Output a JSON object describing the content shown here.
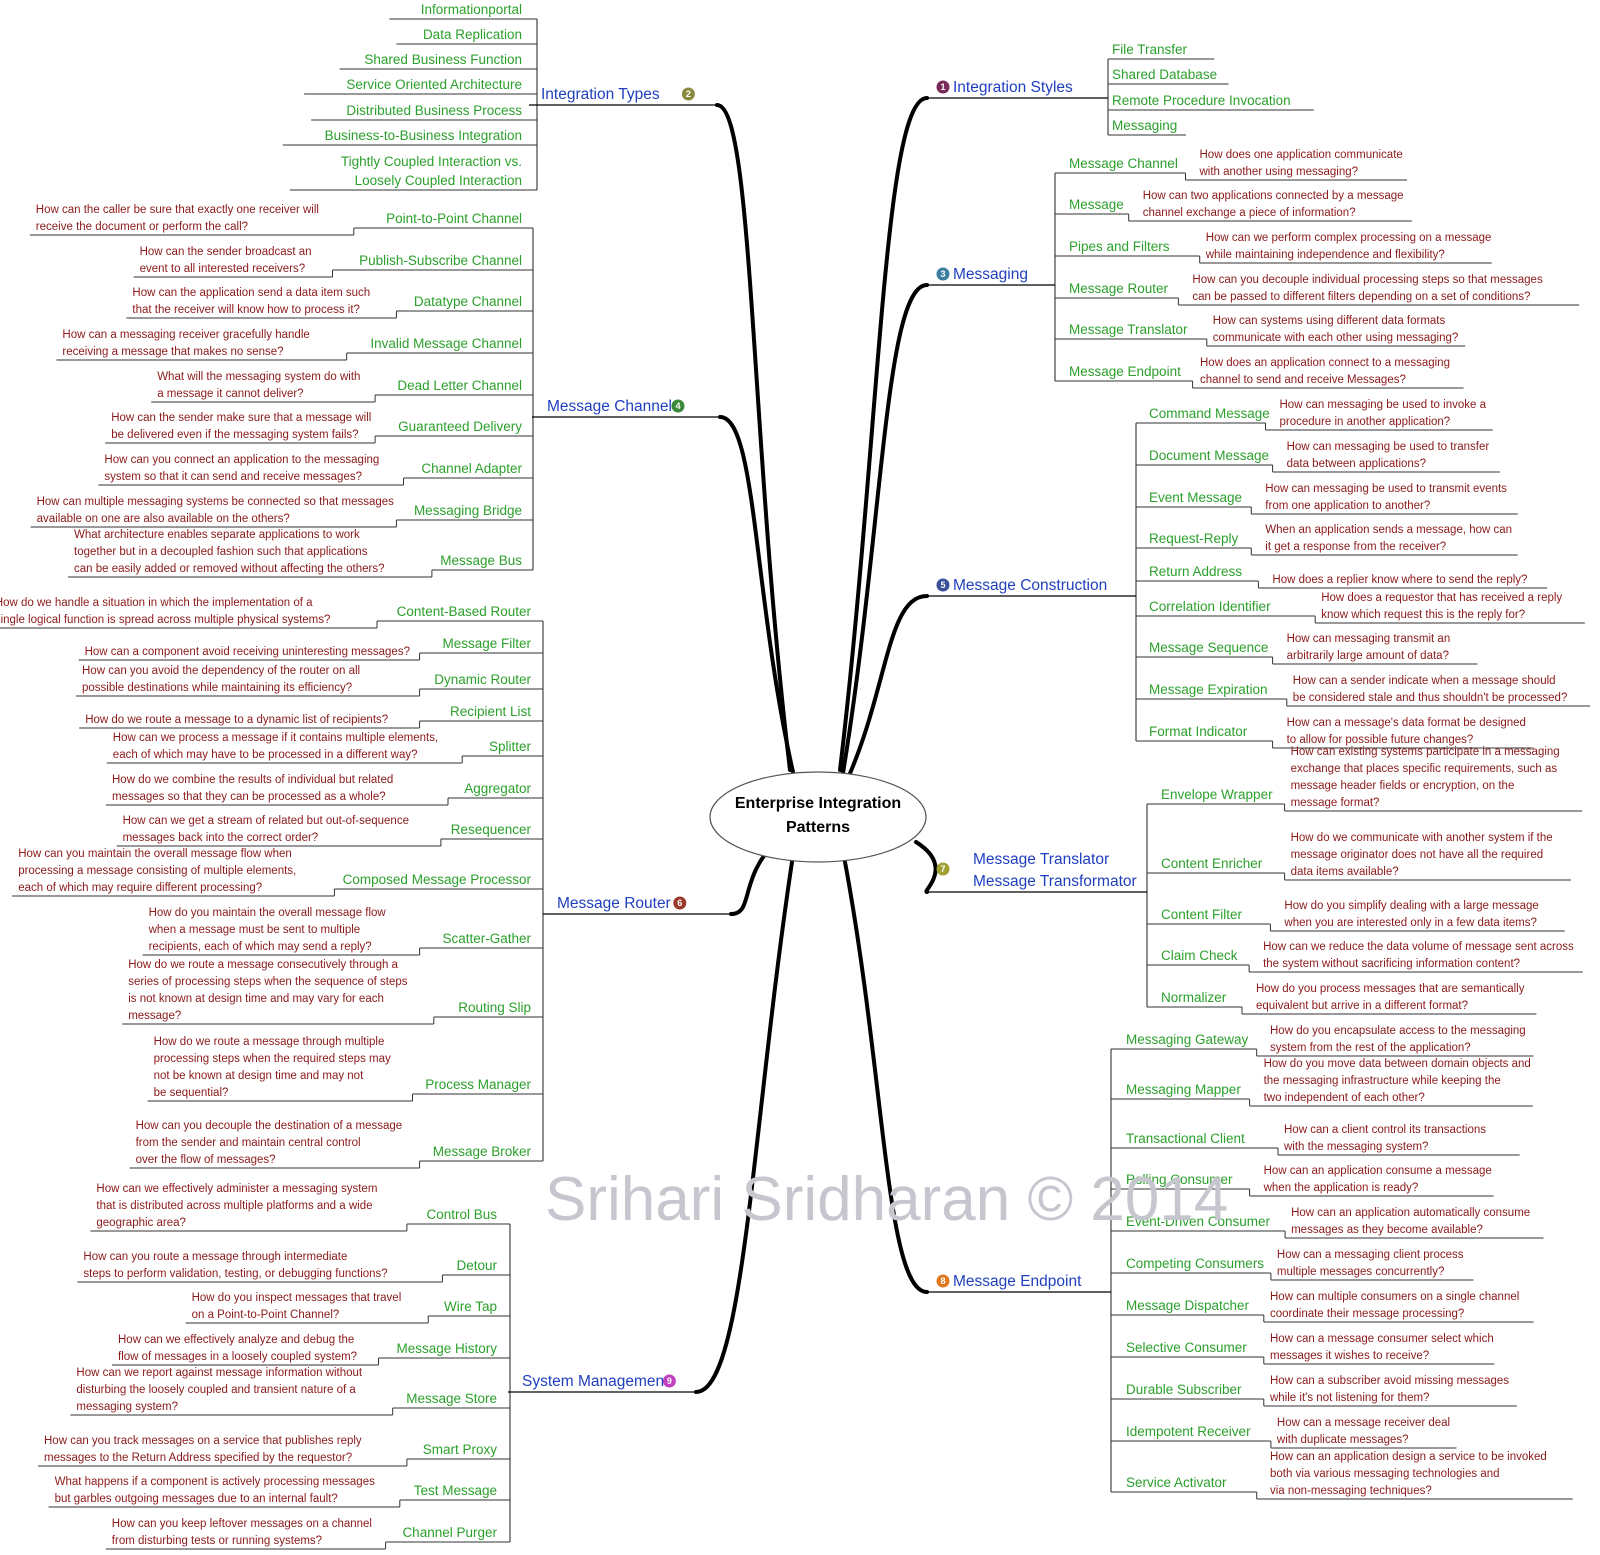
{
  "title": "Enterprise Integration Patterns",
  "watermark": "Srihari Sridharan © 2014",
  "badge_colors": {
    "1": "#7a2a5a",
    "2": "#8a8a40",
    "3": "#3a7fa0",
    "4": "#3a8a3a",
    "5": "#3a4f9a",
    "6": "#9a3a2a",
    "7": "#a0a030",
    "8": "#e07a20",
    "9": "#c040c0"
  },
  "branches": [
    {
      "id": "integration-types",
      "label": "Integration Types",
      "badge": "2",
      "items": [
        {
          "label": "Informationportal",
          "q": ""
        },
        {
          "label": "Data Replication",
          "q": ""
        },
        {
          "label": "Shared Business Function",
          "q": ""
        },
        {
          "label": "Service Oriented Architecture",
          "q": ""
        },
        {
          "label": "Distributed Business Process",
          "q": ""
        },
        {
          "label": "Business-to-Business Integration",
          "q": ""
        },
        {
          "label": "Tightly Coupled Interaction vs.\nLoosely Coupled Interaction",
          "q": ""
        }
      ]
    },
    {
      "id": "message-channel-left",
      "label": "Message Channel",
      "badge": "4",
      "items": [
        {
          "label": "Point-to-Point Channel",
          "q": "How can the caller be sure that exactly one receiver will\nreceive the document or perform the call?"
        },
        {
          "label": "Publish-Subscribe Channel",
          "q": "How can the sender broadcast an\nevent to all interested receivers?"
        },
        {
          "label": "Datatype Channel",
          "q": "How can the application send a data item such\nthat the receiver will know how to process it?"
        },
        {
          "label": "Invalid Message Channel",
          "q": "How can a messaging receiver gracefully handle\nreceiving a message that makes no sense?"
        },
        {
          "label": "Dead Letter Channel",
          "q": "What will the messaging system do with\na message it cannot deliver?"
        },
        {
          "label": "Guaranteed Delivery",
          "q": "How can the sender make sure that a message will\nbe delivered even if the messaging system fails?"
        },
        {
          "label": "Channel Adapter",
          "q": "How can you connect an application to the messaging\nsystem so that it can send and receive messages?"
        },
        {
          "label": "Messaging Bridge",
          "q": "How can multiple messaging systems be connected so that messages\navailable on one are also available on the others?"
        },
        {
          "label": "Message Bus",
          "q": "What architecture enables separate applications to work\ntogether but in a decoupled fashion such that applications\ncan be easily added or removed without affecting the others?"
        }
      ]
    },
    {
      "id": "message-router-left",
      "label": "Message Router",
      "badge": "6",
      "items": [
        {
          "label": "Content-Based Router",
          "q": "How do we handle a situation in which the implementation of a\nsingle logical function is spread across multiple physical systems?"
        },
        {
          "label": "Message Filter",
          "q": "How can a component avoid receiving uninteresting messages?"
        },
        {
          "label": "Dynamic Router",
          "q": "How can you avoid the dependency of the router on all\npossible destinations while maintaining its efficiency?"
        },
        {
          "label": "Recipient List",
          "q": "How do we route a message to a dynamic list of recipients?"
        },
        {
          "label": "Splitter",
          "q": "How can we process a message if it contains multiple elements,\neach of which may have to be processed in a different way?"
        },
        {
          "label": "Aggregator",
          "q": "How do we combine the results of individual but related\nmessages so that they can be processed as a whole?"
        },
        {
          "label": "Resequencer",
          "q": "How can we get a stream of related but out-of-sequence\nmessages back into the correct order?"
        },
        {
          "label": "Composed Message Processor",
          "q": "How can you maintain the overall message flow when\nprocessing a message consisting of multiple elements,\neach of which may require different processing?"
        },
        {
          "label": "Scatter-Gather",
          "q": "How do you maintain the overall message flow\nwhen a message must be sent to multiple\nrecipients, each of which may send a reply?"
        },
        {
          "label": "Routing Slip",
          "q": "How do we route a message consecutively through a\nseries of processing steps when the sequence of steps\nis not known at design time and may vary for each\nmessage?"
        },
        {
          "label": "Process Manager",
          "q": "How do we route a message through multiple\nprocessing steps when the required steps may\nnot be known at design time and may not\nbe sequential?"
        },
        {
          "label": "Message Broker",
          "q": "How can you decouple the destination of a message\nfrom the sender and maintain central control\nover the flow of messages?"
        }
      ]
    },
    {
      "id": "system-management",
      "label": "System Management",
      "badge": "9",
      "items": [
        {
          "label": "Control Bus",
          "q": "How can we effectively administer a messaging system\nthat is distributed across multiple platforms and a wide\ngeographic area?"
        },
        {
          "label": "Detour",
          "q": "How can you route a message through intermediate\nsteps to perform validation, testing, or debugging functions?"
        },
        {
          "label": "Wire Tap",
          "q": "How do you inspect messages that travel\non a Point-to-Point Channel?"
        },
        {
          "label": "Message History",
          "q": "How can we effectively analyze and debug the\nflow of messages in a loosely coupled system?"
        },
        {
          "label": "Message Store",
          "q": "How can we report against message information without\ndisturbing the loosely coupled and transient nature of a\nmessaging system?"
        },
        {
          "label": "Smart Proxy",
          "q": "How can you track messages on a service that publishes reply\nmessages to the Return Address specified by the requestor?"
        },
        {
          "label": "Test Message",
          "q": "What happens if a component is actively processing messages\nbut garbles outgoing messages due to an internal fault?"
        },
        {
          "label": "Channel Purger",
          "q": "How can you keep leftover messages on a channel\nfrom disturbing tests or running systems?"
        }
      ]
    },
    {
      "id": "integration-styles",
      "label": "Integration Styles",
      "badge": "1",
      "items": [
        {
          "label": "File Transfer",
          "q": ""
        },
        {
          "label": "Shared Database",
          "q": ""
        },
        {
          "label": "Remote Procedure Invocation",
          "q": ""
        },
        {
          "label": "Messaging",
          "q": ""
        }
      ]
    },
    {
      "id": "messaging",
      "label": "Messaging",
      "badge": "3",
      "items": [
        {
          "label": "Message Channel",
          "q": "How does one application communicate\nwith another using messaging?"
        },
        {
          "label": "Message",
          "q": "How can two applications connected by a message\nchannel exchange a piece of information?"
        },
        {
          "label": "Pipes and Filters",
          "q": "How can we perform complex processing on a message\nwhile maintaining independence and flexibility?"
        },
        {
          "label": "Message Router",
          "q": "How can you decouple individual processing steps so that messages\ncan be passed to different filters depending on a set of conditions?"
        },
        {
          "label": "Message Translator",
          "q": "How can systems using different data formats\ncommunicate with each other using messaging?"
        },
        {
          "label": "Message Endpoint",
          "q": "How does an application connect to a messaging\nchannel to send and receive Messages?"
        }
      ]
    },
    {
      "id": "message-construction",
      "label": "Message Construction",
      "badge": "5",
      "items": [
        {
          "label": "Command Message",
          "q": "How can messaging be used to invoke a\nprocedure in another application?"
        },
        {
          "label": "Document Message",
          "q": "How can messaging be used to transfer\ndata between applications?"
        },
        {
          "label": "Event Message",
          "q": "How can messaging be used to transmit events\nfrom one application to another?"
        },
        {
          "label": "Request-Reply",
          "q": "When an application sends a message, how can\nit get a response from the receiver?"
        },
        {
          "label": "Return Address",
          "q": "How does a replier know where to send the reply?"
        },
        {
          "label": "Correlation Identifier",
          "q": "How does a requestor that has received a reply\nknow which request this is the reply for?"
        },
        {
          "label": "Message Sequence",
          "q": "How can messaging transmit an\narbitrarily large amount of data?"
        },
        {
          "label": "Message Expiration",
          "q": "How can a sender indicate when a message should\nbe considered stale and thus shouldn't be processed?"
        },
        {
          "label": "Format Indicator",
          "q": "How can a message's data format be designed\nto allow for possible future changes?"
        }
      ]
    },
    {
      "id": "message-translator",
      "label": "Message Translator\nMessage Transformator",
      "badge": "7",
      "items": [
        {
          "label": "Envelope Wrapper",
          "q": "How can existing systems participate in a messaging\nexchange that places specific requirements, such as\nmessage header fields or encryption, on the\nmessage format?"
        },
        {
          "label": "Content Enricher",
          "q": "How do we communicate with another system if the\nmessage originator does not have all the required\ndata items available?"
        },
        {
          "label": "Content Filter",
          "q": "How do you simplify dealing with a large message\nwhen you are interested only in a few data items?"
        },
        {
          "label": "Claim Check",
          "q": "How can we reduce the data volume of message sent across\nthe system without sacrificing information content?"
        },
        {
          "label": "Normalizer",
          "q": "How do you process messages that are semantically\nequivalent but arrive in a different format?"
        }
      ]
    },
    {
      "id": "message-endpoint",
      "label": "Message Endpoint",
      "badge": "8",
      "items": [
        {
          "label": "Messaging Gateway",
          "q": "How do you encapsulate access to the messaging\nsystem from the rest of the application?"
        },
        {
          "label": "Messaging Mapper",
          "q": "How do you move data between domain objects and\nthe messaging infrastructure while keeping the\ntwo independent of each other?"
        },
        {
          "label": "Transactional Client",
          "q": "How can a client control its transactions\nwith the messaging system?"
        },
        {
          "label": "Polling Consumer",
          "q": "How can an application consume a message\nwhen the application is ready?"
        },
        {
          "label": "Event-Driven Consumer",
          "q": "How can an application automatically consume\nmessages as they become available?"
        },
        {
          "label": "Competing Consumers",
          "q": "How can a messaging client process\nmultiple messages concurrently?"
        },
        {
          "label": "Message Dispatcher",
          "q": "How can multiple consumers on a single channel\ncoordinate their message processing?"
        },
        {
          "label": "Selective Consumer",
          "q": "How can a message consumer select which\nmessages it wishes to receive?"
        },
        {
          "label": "Durable Subscriber",
          "q": "How can a subscriber avoid missing messages\nwhile it's not listening for them?"
        },
        {
          "label": "Idempotent Receiver",
          "q": "How can a message receiver deal\nwith duplicate messages?"
        },
        {
          "label": "Service Activator",
          "q": "How can an application design a service to be invoked\nboth via various messaging technologies and\nvia non-messaging techniques?"
        }
      ]
    }
  ]
}
